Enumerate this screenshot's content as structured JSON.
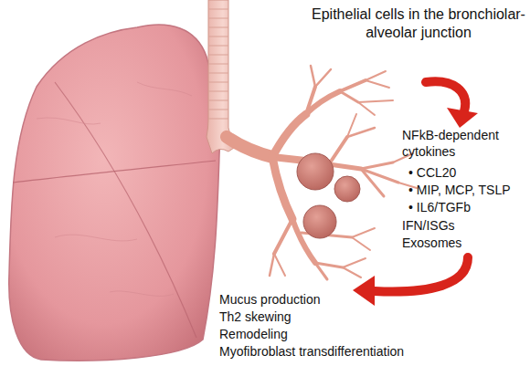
{
  "diagram": {
    "labels": [
      "Epithelial cells in the bronchiolar-alveolar junction",
      "NFkB-dependent cytokines",
      "• CCL20",
      "• MIP, MCP, TSLP",
      "• IL6/TGFb",
      "IFN/ISGs",
      "Exosomes",
      "Mucus production",
      "Th2 skewing",
      "Remodeling",
      "Myofibroblast transdifferentiation"
    ]
  }
}
